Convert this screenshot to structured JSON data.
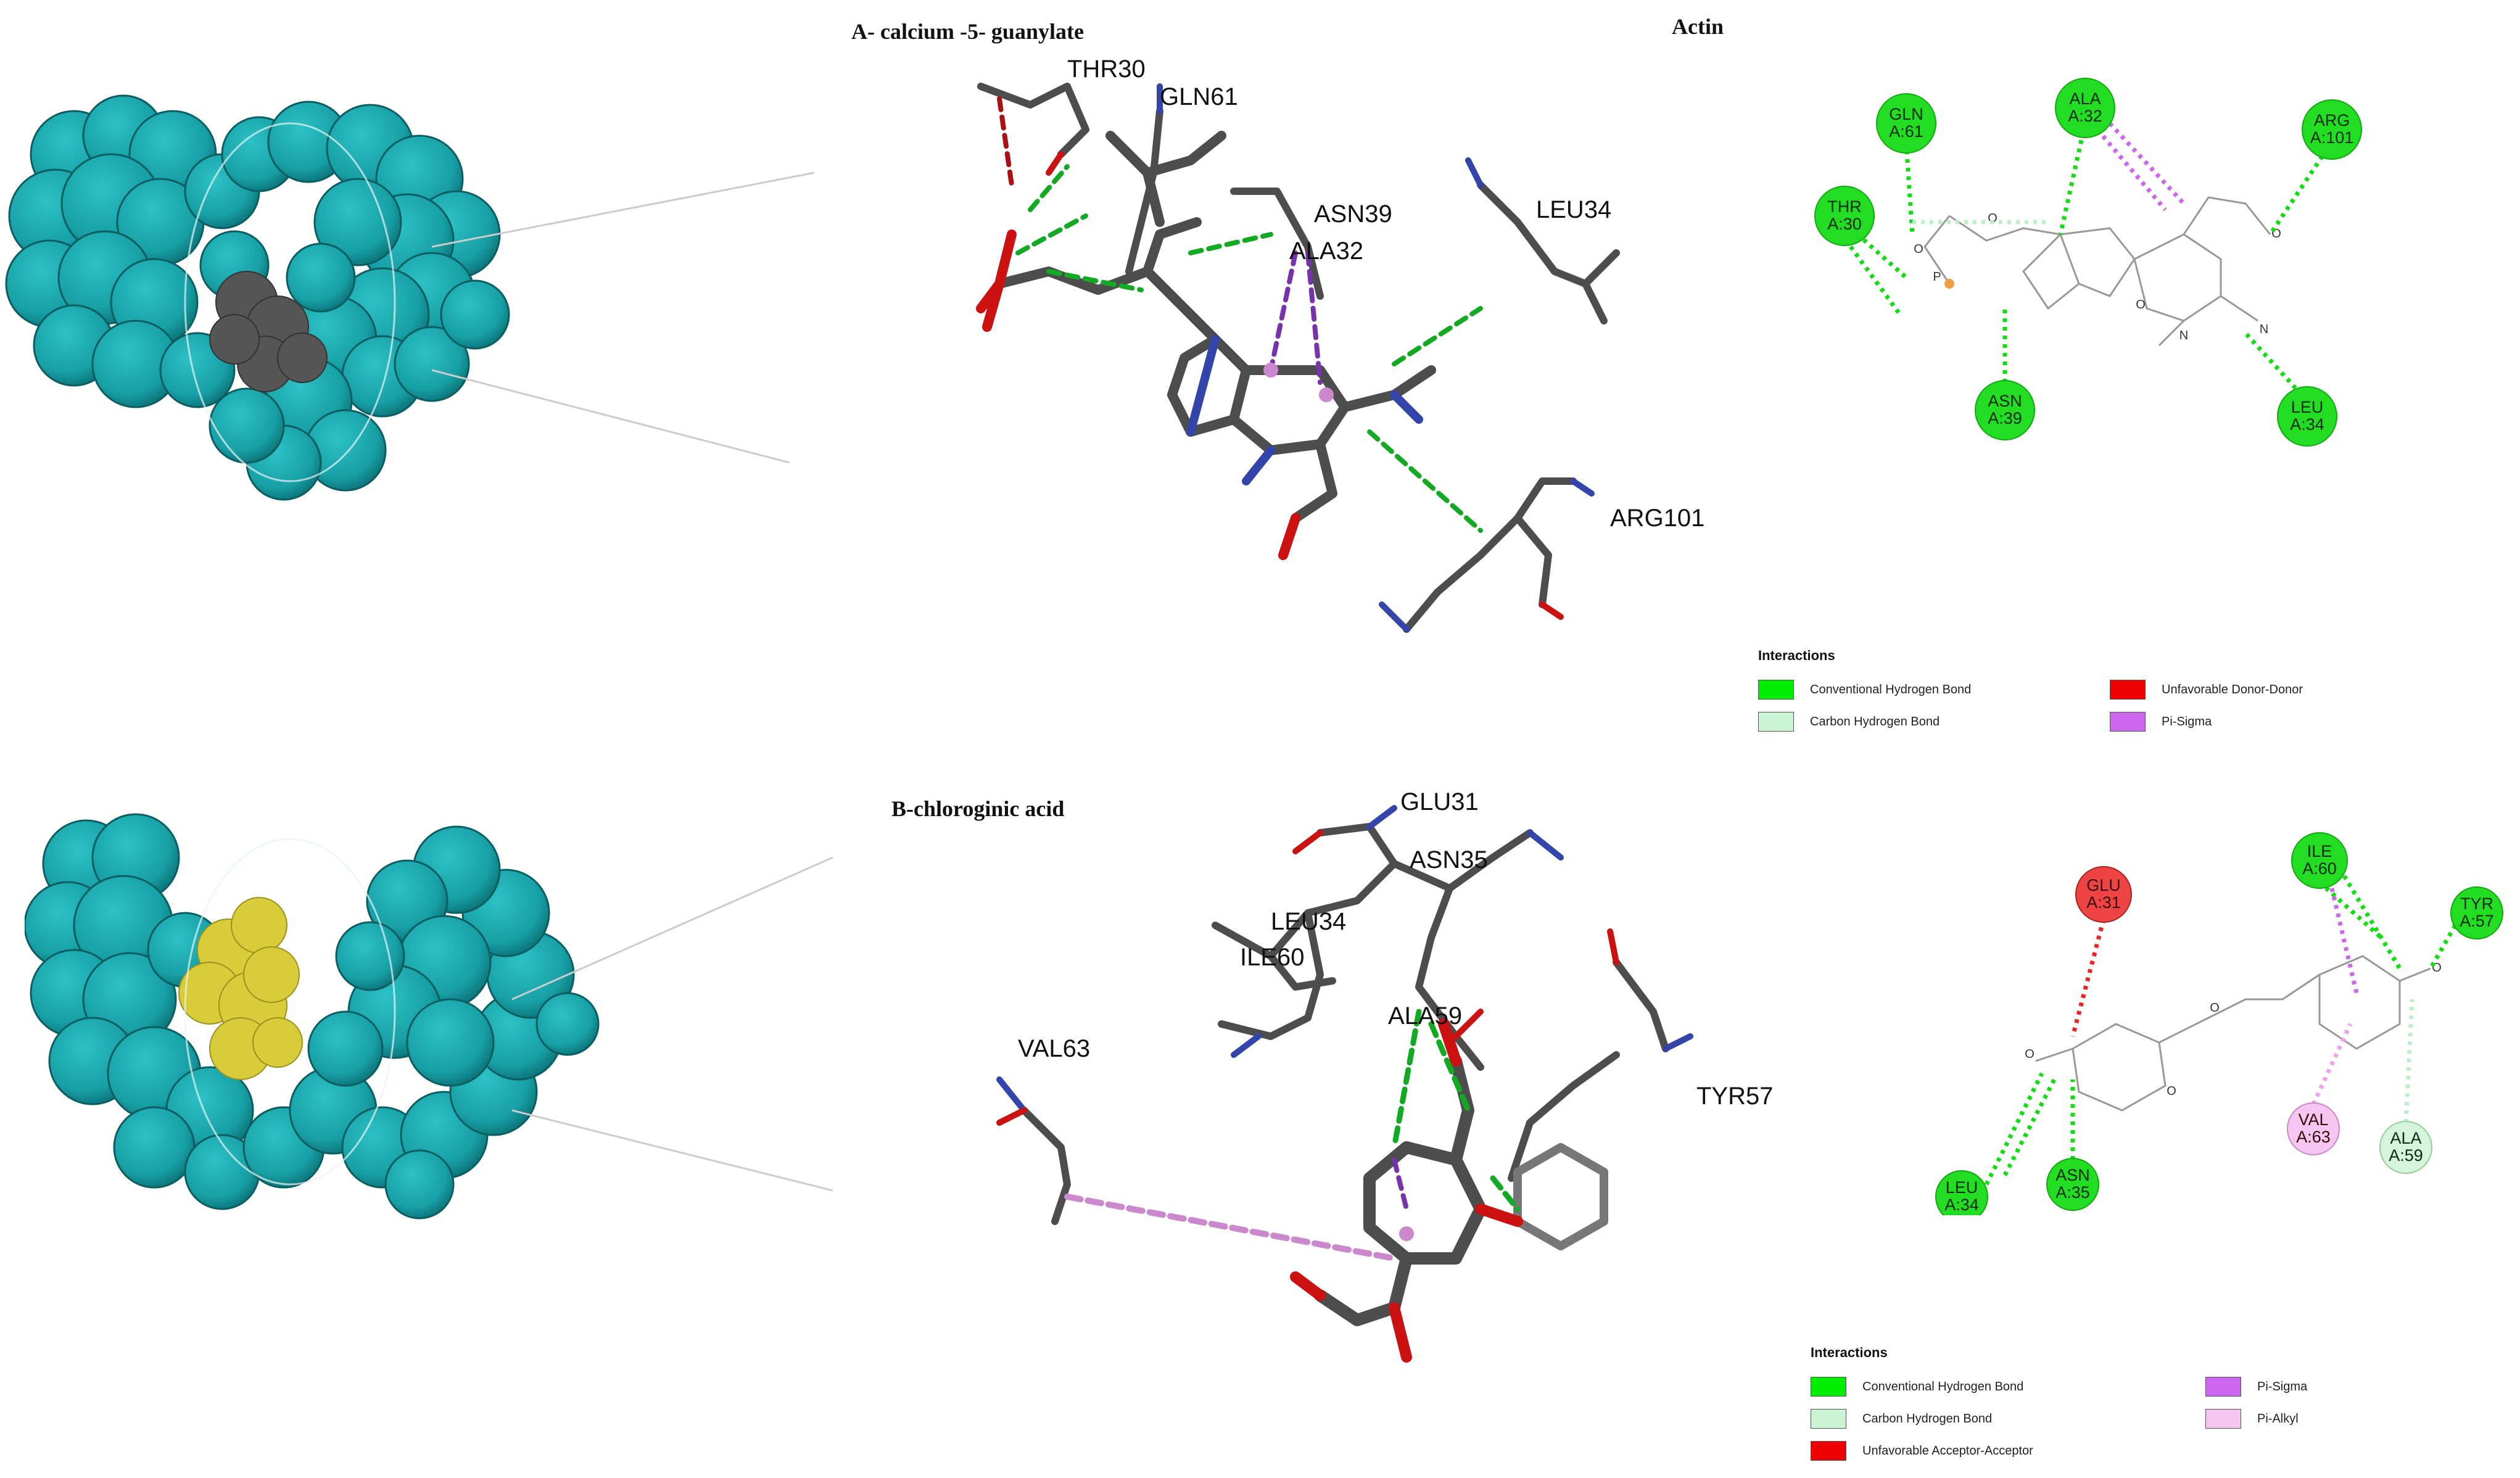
{
  "panel_a": {
    "caption": "A- calcium -5- guanylate",
    "title": "Actin",
    "residues_3d": [
      "THR30",
      "GLN61",
      "ASN39",
      "ALA32",
      "LEU34",
      "ARG101"
    ],
    "residues_2d": [
      {
        "line1": "GLN",
        "line2": "A:61",
        "color": "#22dd22"
      },
      {
        "line1": "ALA",
        "line2": "A:32",
        "color": "#22dd22"
      },
      {
        "line1": "ARG",
        "line2": "A:101",
        "color": "#22dd22"
      },
      {
        "line1": "THR",
        "line2": "A:30",
        "color": "#22dd22"
      },
      {
        "line1": "ASN",
        "line2": "A:39",
        "color": "#22dd22"
      },
      {
        "line1": "LEU",
        "line2": "A:34",
        "color": "#22dd22"
      }
    ],
    "legend": {
      "title": "Interactions",
      "items": [
        {
          "label": "Conventional Hydrogen Bond",
          "color": "#00ee00"
        },
        {
          "label": "Unfavorable Donor-Donor",
          "color": "#ee0000"
        },
        {
          "label": "Carbon Hydrogen Bond",
          "color": "#ccf5d6"
        },
        {
          "label": "Pi-Sigma",
          "color": "#cc66ee"
        }
      ]
    }
  },
  "panel_b": {
    "caption": "B-chloroginic acid",
    "residues_3d": [
      "GLU31",
      "ASN35",
      "LEU34",
      "ILE60",
      "ALA59",
      "VAL63",
      "TYR57"
    ],
    "residues_2d": [
      {
        "line1": "ILE",
        "line2": "A:60",
        "color": "#22dd22"
      },
      {
        "line1": "TYR",
        "line2": "A:57",
        "color": "#22dd22"
      },
      {
        "line1": "GLU",
        "line2": "A:31",
        "color": "#ee4444"
      },
      {
        "line1": "ALA",
        "line2": "A:59",
        "color": "#d4f5dc"
      },
      {
        "line1": "VAL",
        "line2": "A:63",
        "color": "#f5c6ef"
      },
      {
        "line1": "LEU",
        "line2": "A:34",
        "color": "#22dd22"
      },
      {
        "line1": "ASN",
        "line2": "A:35",
        "color": "#22dd22"
      }
    ],
    "legend": {
      "title": "Interactions",
      "items": [
        {
          "label": "Conventional Hydrogen Bond",
          "color": "#00ee00"
        },
        {
          "label": "Pi-Sigma",
          "color": "#cc66ee"
        },
        {
          "label": "Carbon Hydrogen Bond",
          "color": "#ccf5d6"
        },
        {
          "label": "Pi-Alkyl",
          "color": "#f5c6ef"
        },
        {
          "label": "Unfavorable Acceptor-Acceptor",
          "color": "#ee0000"
        }
      ]
    }
  },
  "colors": {
    "protein": "#1aa3a8",
    "protein_dark": "#0e7f83",
    "ligand_a": "#4a4a4a",
    "ligand_b": "#e0d442",
    "carbon": "#4d4d4d",
    "oxygen": "#cc1111",
    "nitrogen": "#3344aa",
    "hbond": "#11aa22",
    "pisigma": "#7733aa",
    "pialkyl": "#cc88cc"
  }
}
